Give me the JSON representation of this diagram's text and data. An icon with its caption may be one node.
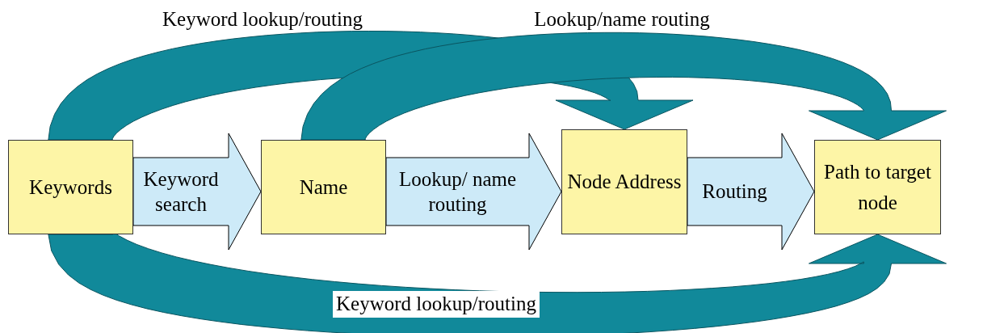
{
  "diagram": {
    "nodes": [
      {
        "text": [
          "Keywords"
        ]
      },
      {
        "text": [
          "Name"
        ]
      },
      {
        "text": [
          "Node Address"
        ]
      },
      {
        "text": [
          "Path to target node"
        ]
      }
    ],
    "edges": [
      {
        "from": 0,
        "to": 1,
        "arrow": "to",
        "label": "Keyword search",
        "style": "thick",
        "color": "#cdeaf8"
      },
      {
        "from": 1,
        "to": 2,
        "arrow": "to",
        "label": "Lookup/ name routing",
        "style": "thick",
        "color": "#cdeaf8"
      },
      {
        "from": 2,
        "to": 3,
        "arrow": "to",
        "label": "Routing",
        "style": "thick",
        "color": "#cdeaf8"
      },
      {
        "from": 0,
        "to": 2,
        "arrow": "to",
        "label": "Keyword lookup/routing",
        "style": "thick",
        "color": "#11899a"
      },
      {
        "from": 1,
        "to": 3,
        "arrow": "to",
        "label": "Lookup/name routing",
        "style": "thick",
        "color": "#11899a"
      },
      {
        "from": 0,
        "to": 3,
        "arrow": "to",
        "label": "Keyword lookup/routing",
        "style": "thick",
        "color": "#11899a"
      }
    ]
  }
}
